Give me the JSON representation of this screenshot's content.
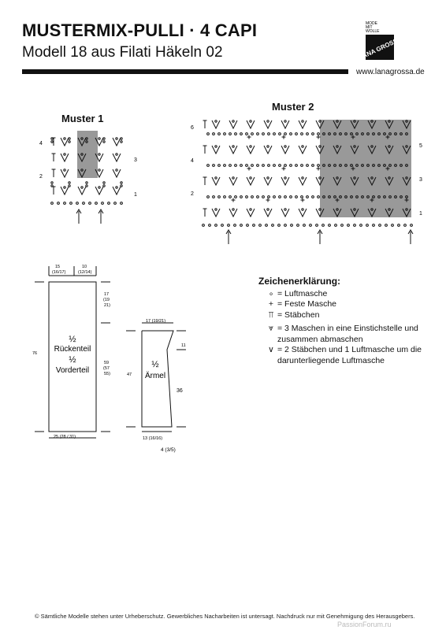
{
  "header": {
    "title": "MUSTERMIX-PULLI · 4 CAPI",
    "subtitle": "Modell 18 aus Filati Häkeln 02",
    "website": "www.lanagrossa.de",
    "logo_text": [
      "MODE",
      "MIT",
      "WOLLE"
    ],
    "logo_brand": "LANA GROSSA"
  },
  "muster1": {
    "title": "Muster 1",
    "row_numbers_left": [
      "4",
      "2"
    ],
    "row_numbers_right": [
      "3",
      "1"
    ]
  },
  "muster2": {
    "title": "Muster 2",
    "row_numbers_left": [
      "6",
      "4",
      "2"
    ],
    "row_numbers_right": [
      "5",
      "3",
      "1"
    ]
  },
  "schematic": {
    "body": {
      "label_half1": "½",
      "label_back": "Rückenteil",
      "label_half2": "½",
      "label_front": "Vorderteil",
      "top_left_width": "15",
      "top_left_width_sizes": "(16/17)",
      "top_right_width": "10",
      "top_right_width_sizes": "(12/14)",
      "right_top_length": "17",
      "right_top_length_sizes1": "(19",
      "right_top_length_sizes2": "21)",
      "right_bottom_length": "59",
      "right_bottom_length_sizes1": "(57",
      "right_bottom_length_sizes2": "55)",
      "left_length": "76",
      "bottom_width": "25 (28 / 31)"
    },
    "sleeve": {
      "label_half": "½",
      "label": "Ärmel",
      "top_width": "17 (19/21)",
      "cap_height": "11",
      "left_length": "47",
      "right_length": "36",
      "bottom_width": "13 (16/16)",
      "cuff": "4 (3/5)"
    }
  },
  "legend": {
    "heading": "Zeichenerklärung:",
    "items": [
      {
        "symbol": "∘",
        "text": "= Luftmasche"
      },
      {
        "symbol": "+",
        "text": "= Feste Masche"
      },
      {
        "symbol": "⫪",
        "text": "= Stäbchen"
      },
      {
        "symbol": "⩔",
        "text": "= 3 Maschen in eine Einstichstelle und zusammen abmaschen"
      },
      {
        "symbol": "∨",
        "text": "= 2 Stäbchen und 1 Luftmasche um die darunterliegende Luftmasche"
      }
    ]
  },
  "footer": {
    "copyright": "© Sämtliche Modelle stehen unter Urheberschutz. Gewerbliches Nacharbeiten ist untersagt. Nachdruck nur mit Genehmigung des Herausgebers.",
    "watermark": "PassionForum.ru"
  },
  "colors": {
    "shade": "#999999",
    "ink": "#111111"
  }
}
